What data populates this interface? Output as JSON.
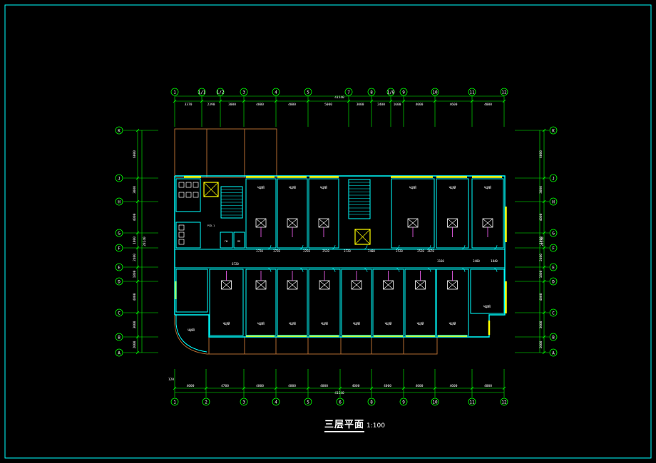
{
  "drawing": {
    "title": "三层平面",
    "scale": "1:100",
    "colors": {
      "background": "#000000",
      "frame": "#00ffff",
      "axis": "#00ff00",
      "wall": "#00ffff",
      "window": "#ffff00",
      "text": "#ffffff",
      "balcony": "#b06a30",
      "fixture": "#ffffff",
      "equipment": "#ff66ff"
    }
  },
  "axes": {
    "top_labels": [
      "1",
      "1/1",
      "1/2",
      "3",
      "4",
      "5",
      "7",
      "8",
      "1/8",
      "9",
      "10",
      "11",
      "12"
    ],
    "bottom_labels": [
      "1",
      "2",
      "3",
      "4",
      "5",
      "6",
      "8",
      "9",
      "10",
      "11",
      "12"
    ],
    "left_labels": [
      "K",
      "J",
      "H",
      "G",
      "F",
      "E",
      "D",
      "C",
      "B",
      "A"
    ],
    "right_labels": [
      "K",
      "J",
      "H",
      "G",
      "F",
      "E",
      "D",
      "C",
      "B",
      "A"
    ]
  },
  "dimensions": {
    "top_overall": "41540",
    "top_segments": [
      "3370",
      "2390",
      "3000",
      "4000",
      "4000",
      "5000",
      "3000",
      "2400",
      "1600",
      "4000",
      "4600",
      "4000"
    ],
    "bottom_overall": "41540",
    "bottom_segments": [
      "4000",
      "4700",
      "4000",
      "4000",
      "4000",
      "4000",
      "4000",
      "4000",
      "4600",
      "4000"
    ],
    "left_overall": "28240",
    "left_segments": [
      "6000",
      "3000",
      "4000",
      "1800",
      "2400",
      "1800",
      "4000",
      "3000",
      "2000"
    ],
    "right_overall": "28240",
    "right_segments": [
      "6000",
      "3000",
      "4000",
      "1800",
      "2400",
      "1800",
      "4000",
      "3000",
      "2000"
    ],
    "bottom_left_small": "120",
    "corridor_notes": [
      "3720",
      "3720",
      "2250",
      "2520",
      "3720",
      "2400",
      "2520",
      "2520",
      "3670",
      "6720",
      "3160",
      "3480",
      "1840"
    ]
  },
  "rooms": {
    "upper_labels": [
      "ЧЦЯЙ",
      "ЧЦЯЙ",
      "ЧЦЯЙ",
      "ЧЦЯЙ",
      "ЧЦЯЙ",
      "ЧЦЯЙ"
    ],
    "lower_labels": [
      "ЧЦЯЙ",
      "ЧЦЯЙ",
      "ЧЦЯЙ",
      "ЧЦЯЙ",
      "ЧЦЯЙ",
      "ЧЦЯЙ",
      "ЧЦЯЙ",
      "ЧЦЯЙ"
    ],
    "small_labels": [
      "ГЖ",
      "ЛЛ"
    ],
    "equipment_tag": "PCD-1"
  }
}
